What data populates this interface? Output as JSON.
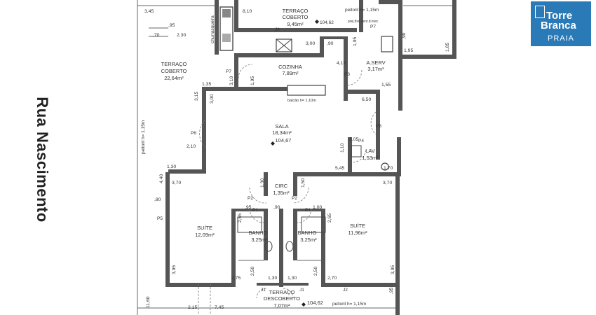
{
  "street_label": "Rua Nascimento",
  "logo": {
    "line1": "Torre",
    "line2": "Branca",
    "line3": "PRAIA"
  },
  "rooms": {
    "terraco_coberto_top": {
      "name1": "TERRAÇO",
      "name2": "COBERTO",
      "area": "9,45m²"
    },
    "terraco_coberto_left": {
      "name1": "TERRAÇO",
      "name2": "COBERTO",
      "area": "22,64m²"
    },
    "cozinha": {
      "name": "COZINHA",
      "area": "7,89m²"
    },
    "area_serv": {
      "name": "A.SERV",
      "area": "3,17m²"
    },
    "sala": {
      "name": "SALA",
      "area": "18,34m²",
      "level": "104,67"
    },
    "lav": {
      "name": "LAV",
      "area": "1,53m²"
    },
    "circ": {
      "name": "CIRC",
      "area": "1,35m²"
    },
    "suite_left": {
      "name": "SUÍTE",
      "area": "12,09m²"
    },
    "suite_right": {
      "name": "SUÍTE",
      "area": "11,96m²"
    },
    "banho_left": {
      "name": "BANHO",
      "area": "3,25m²"
    },
    "banho_right": {
      "name": "BANHO",
      "area": "3,25m²"
    },
    "terraco_descoberto": {
      "name1": "TERRAÇO",
      "name2": "DESCOBERTO",
      "area": "7,07m²",
      "level": "104,62"
    }
  },
  "notes": {
    "peitoril_top": "peitoril h= 1,15m",
    "peitoril_bottom": "peitoril h= 1,15m",
    "peitoril_left": "peitoril h= 1,15m",
    "churrasqueira": "churrasqueira",
    "balcao": "balcão h= 1,10m",
    "level_top": "104,62",
    "ventilacao": "prej.fixo vent.d.mec"
  },
  "openings": [
    "J4",
    "P7",
    "P7",
    "P3",
    "P6",
    "P8",
    "P4",
    "P2",
    "P2",
    "P1",
    "P1",
    "P5",
    "J1",
    "J1",
    "J2"
  ],
  "dimensions": {
    "d345": "3,45",
    "d810": "8,10",
    "d70": ",70",
    "d95a": ",95",
    "d230": "2,30",
    "d300": "3,00",
    "d90a": ",90",
    "d195a": "1,95",
    "d90b": ",90",
    "d195b": "1,95",
    "d185": "1,85",
    "d415": "4,15",
    "d310": "3,10",
    "d195c": "1,95",
    "d155": "1,55",
    "d135": "1,35",
    "d650": "6,50",
    "d315": "3,15",
    "d300b": "3,00",
    "d210": "2,10",
    "d130a": "1,30",
    "d105": "1,05",
    "d110": "1,10",
    "d545": "5,45",
    "d170": "1,70",
    "d440": "4,40",
    "d370a": "3,70",
    "d130b": "1,30",
    "d150": "1,50",
    "d370b": "3,70",
    "d80": ",80",
    "d95b": ",95",
    "d90c": ",90",
    "d100": "1,00",
    "d265a": "2,65",
    "d265b": "2,65",
    "d395a": "3,95",
    "d250a": "2,50",
    "d250b": "2,50",
    "d275": "2,75",
    "d130c": "1,30",
    "d130d": "1,30",
    "d270": "2,70",
    "d395b": "3,95",
    "d1160": "11,60",
    "d215": "2,15",
    "d745": "7,45",
    "d95c": ",95"
  }
}
